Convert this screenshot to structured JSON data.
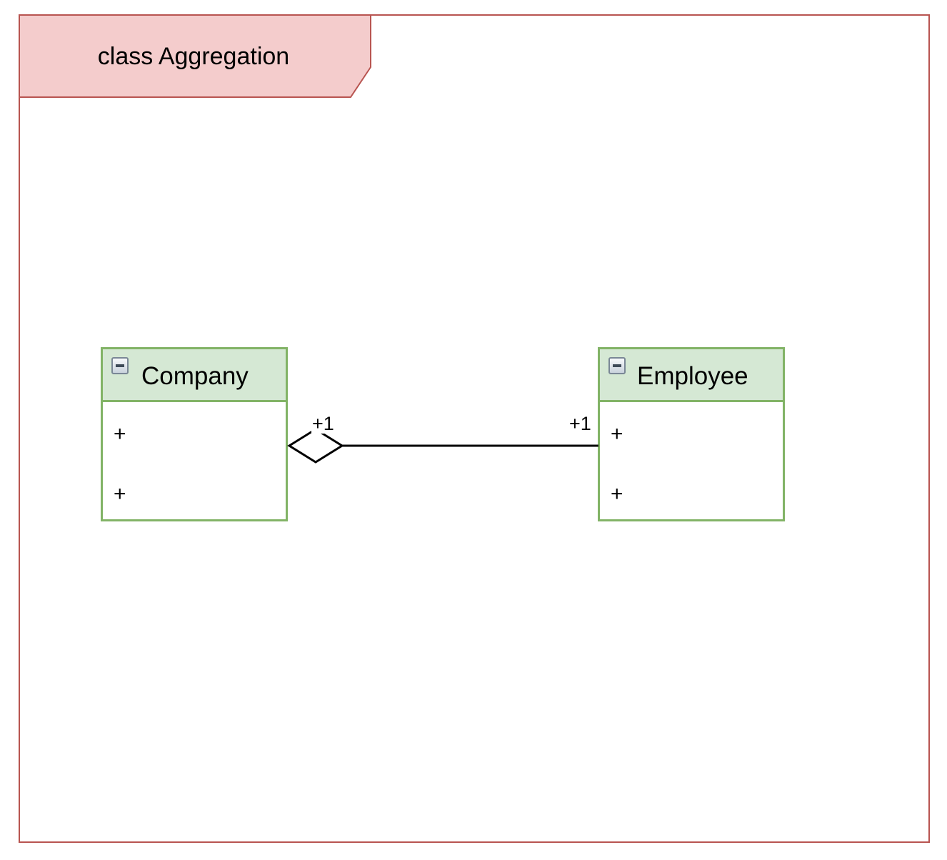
{
  "frame": {
    "title": "class Aggregation"
  },
  "classes": [
    {
      "name": "Company",
      "members": [
        "+",
        "+"
      ]
    },
    {
      "name": "Employee",
      "members": [
        "+",
        "+"
      ]
    }
  ],
  "association": {
    "type": "aggregation",
    "source_multiplicity": "+1",
    "target_multiplicity": "+1"
  },
  "colors": {
    "frame_border": "#b85450",
    "frame_tab_fill": "#f4cccc",
    "class_border": "#82b366",
    "class_header_fill": "#d5e8d4"
  }
}
